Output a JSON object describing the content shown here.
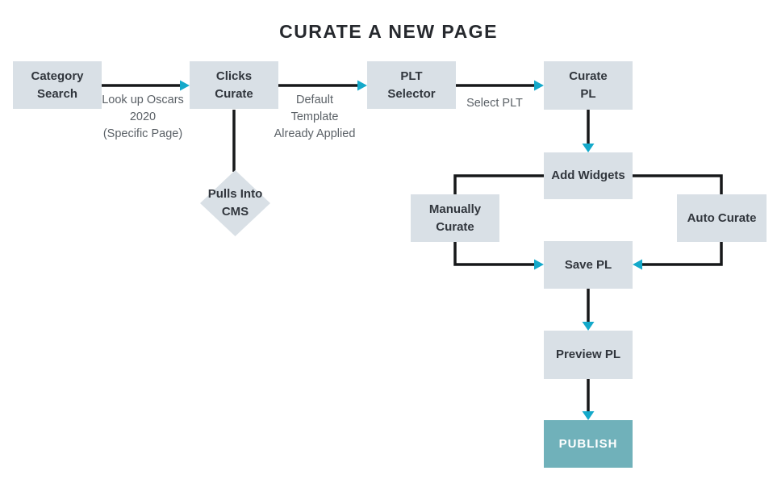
{
  "title": "CURATE A NEW PAGE",
  "colors": {
    "background": "#ffffff",
    "node_fill": "#d9e0e6",
    "publish_fill": "#70b1ba",
    "node_text": "#31363d",
    "publish_text": "#ffffff",
    "title_text": "#26292e",
    "edge_label_text": "#5b6167",
    "connector_line": "#17181a",
    "arrowhead": "#14a9ca"
  },
  "diagram": {
    "nodes": [
      {
        "id": "category-search",
        "type": "process",
        "label": "Category\nSearch"
      },
      {
        "id": "clicks-curate",
        "type": "process",
        "label": "Clicks\nCurate"
      },
      {
        "id": "plt-selector",
        "type": "process",
        "label": "PLT\nSelector"
      },
      {
        "id": "curate-pl",
        "type": "process",
        "label": "Curate\nPL"
      },
      {
        "id": "pulls-into-cms",
        "type": "decision",
        "label": "Pulls Into\nCMS"
      },
      {
        "id": "add-widgets",
        "type": "process",
        "label": "Add Widgets"
      },
      {
        "id": "manually-curate",
        "type": "process",
        "label": "Manually\nCurate"
      },
      {
        "id": "auto-curate",
        "type": "process",
        "label": "Auto Curate"
      },
      {
        "id": "save-pl",
        "type": "process",
        "label": "Save PL"
      },
      {
        "id": "preview-pl",
        "type": "process",
        "label": "Preview PL"
      },
      {
        "id": "publish",
        "type": "terminal",
        "label": "PUBLISH"
      }
    ],
    "edges": [
      {
        "from": "category-search",
        "to": "clicks-curate",
        "arrow": true,
        "label": "Look up Oscars\n2020\n(Specific Page)"
      },
      {
        "from": "clicks-curate",
        "to": "plt-selector",
        "arrow": true,
        "label": "Default\nTemplate\nAlready Applied"
      },
      {
        "from": "plt-selector",
        "to": "curate-pl",
        "arrow": true,
        "label": "Select PLT"
      },
      {
        "from": "clicks-curate",
        "to": "pulls-into-cms",
        "arrow": false,
        "label": ""
      },
      {
        "from": "curate-pl",
        "to": "add-widgets",
        "arrow": true,
        "label": ""
      },
      {
        "from": "add-widgets",
        "to": "save-pl",
        "arrow": true,
        "via": "manually-curate",
        "label": ""
      },
      {
        "from": "add-widgets",
        "to": "save-pl",
        "arrow": true,
        "via": "auto-curate",
        "label": ""
      },
      {
        "from": "save-pl",
        "to": "preview-pl",
        "arrow": true,
        "label": ""
      },
      {
        "from": "preview-pl",
        "to": "publish",
        "arrow": true,
        "label": ""
      }
    ]
  }
}
